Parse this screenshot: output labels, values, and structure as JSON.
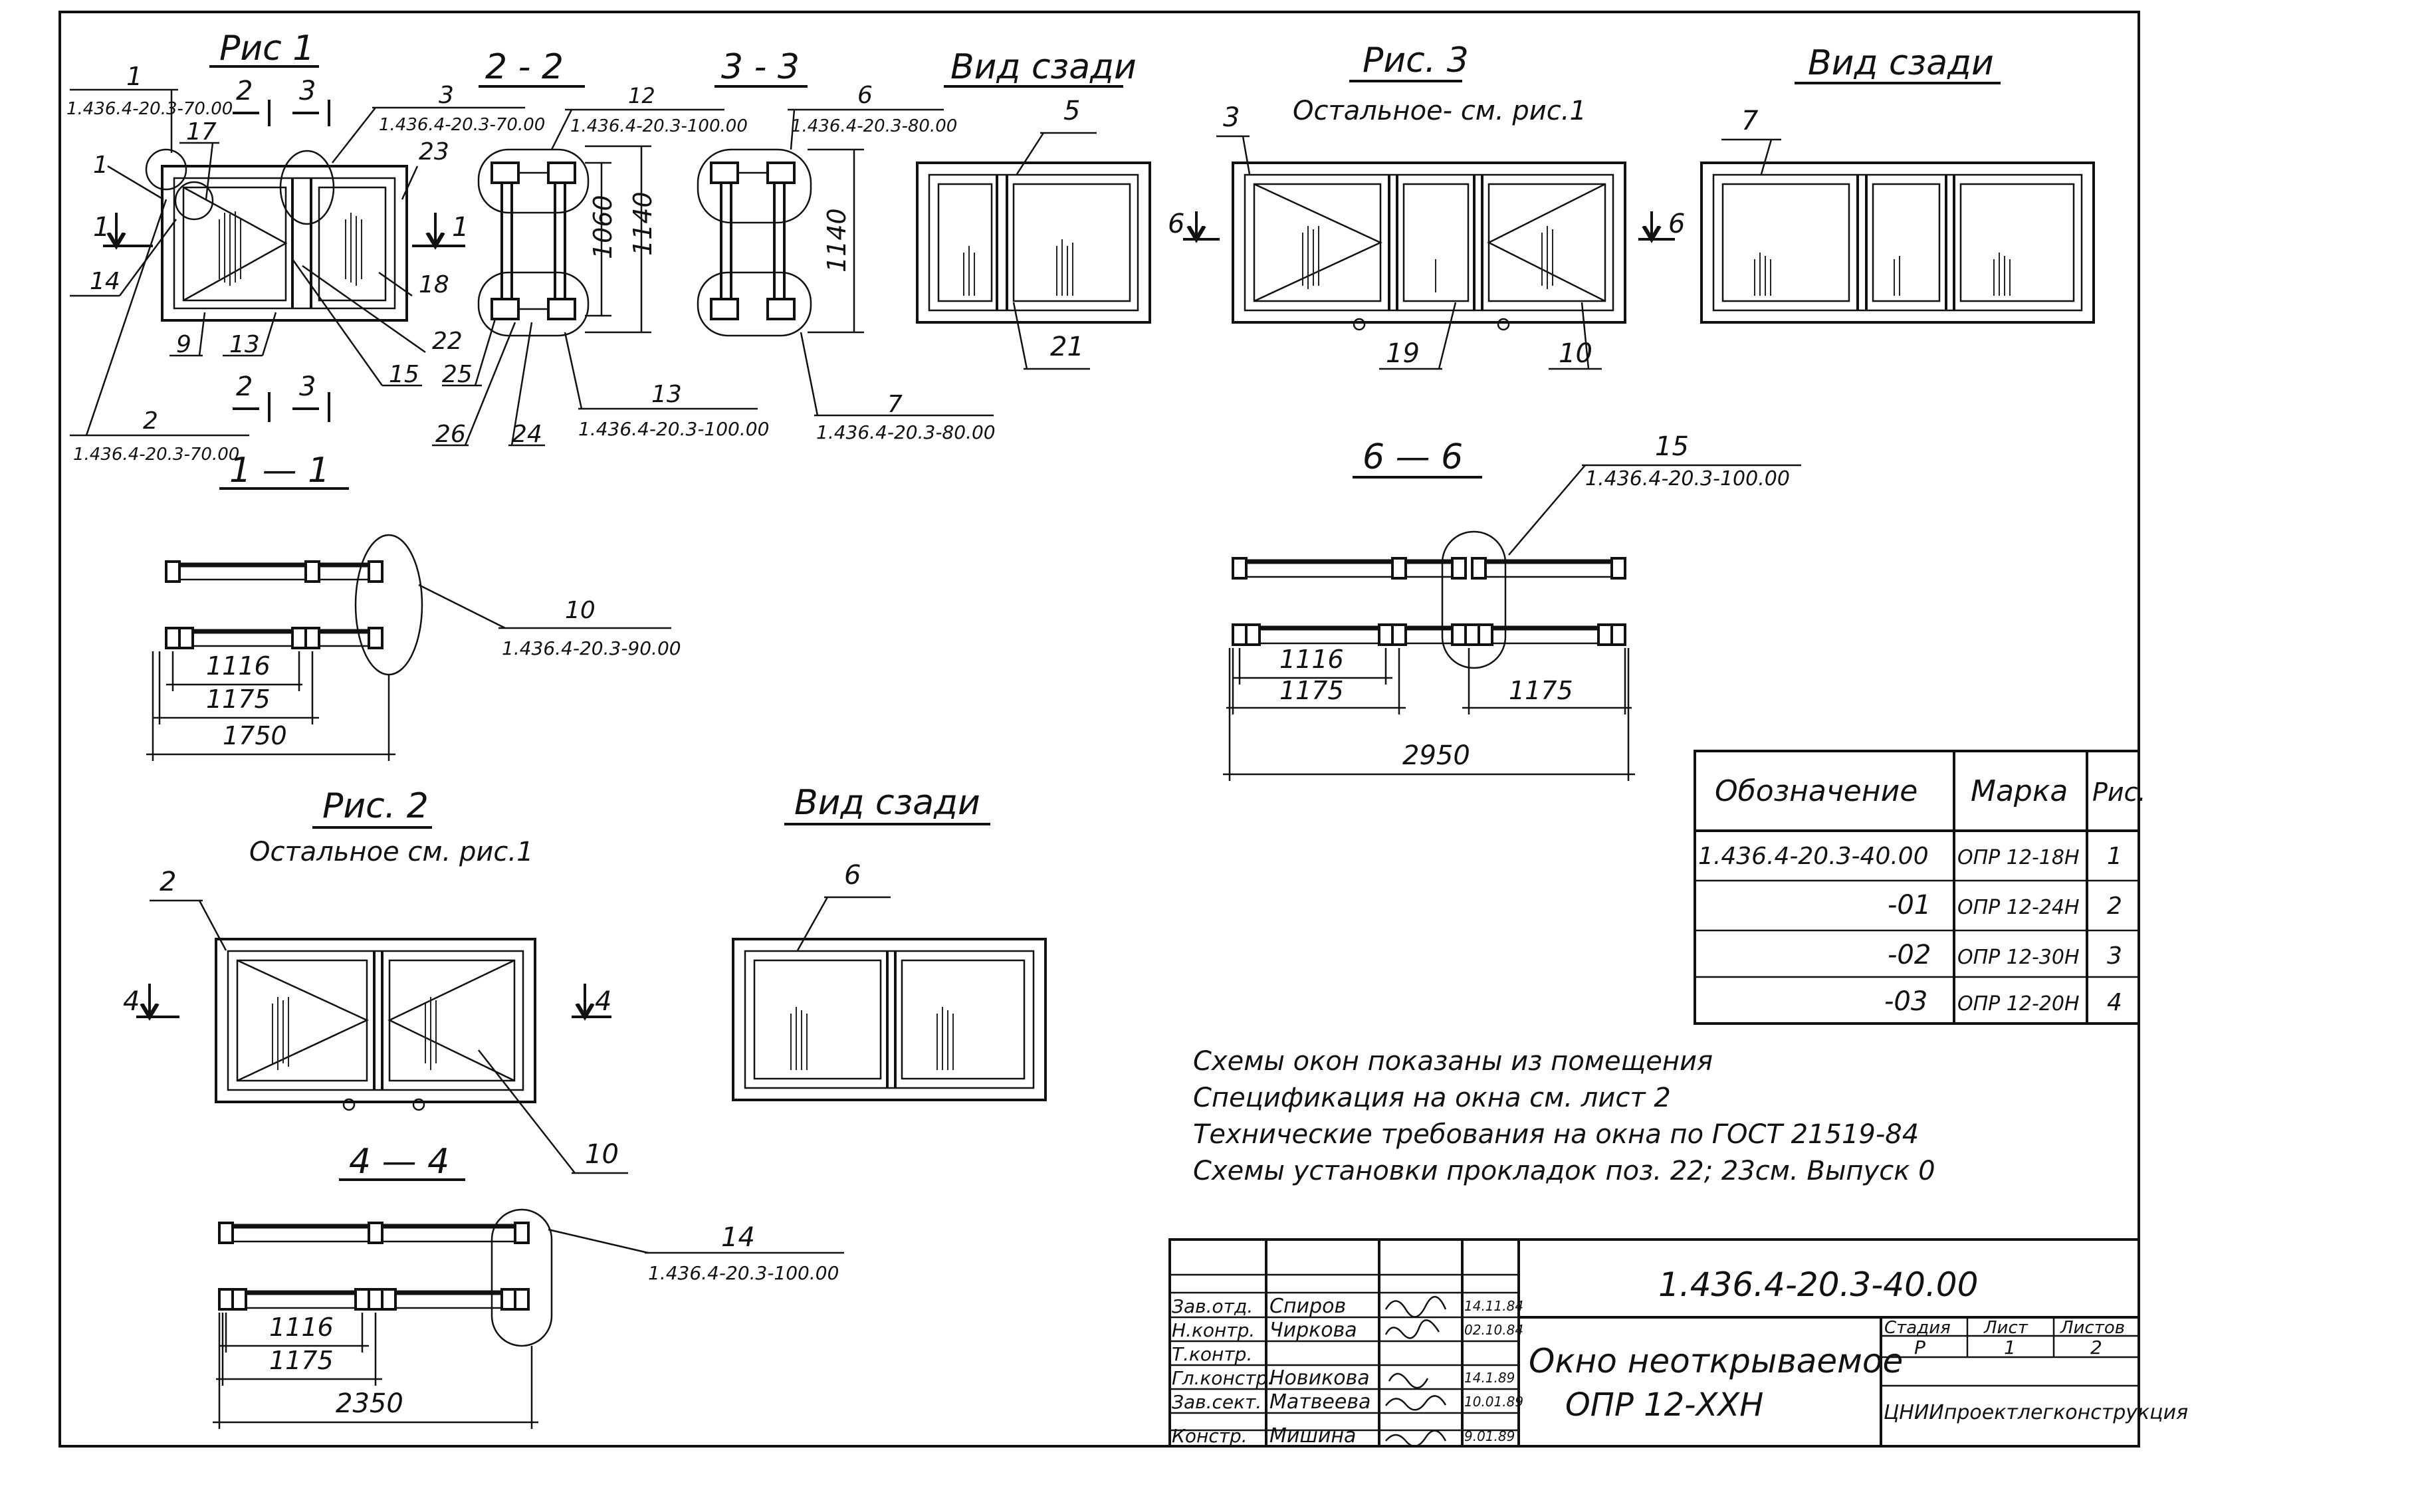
{
  "fig1": {
    "title": "Рис 1",
    "labels": {
      "n1": "1",
      "code1": "1.436.4-20.3-70.00",
      "n1b": "1",
      "n17": "17",
      "n2": "2",
      "n3": "3",
      "code3": "1.436.4-20.3-70.00",
      "n23": "23",
      "n14": "14",
      "n9": "9",
      "n13": "13",
      "n15": "15",
      "n25": "25",
      "n22": "22",
      "n18": "18",
      "n26": "26",
      "n24": "24",
      "n2b": "2",
      "code2": "1.436.4-20.3-70.00"
    },
    "cuts": {
      "c2top": "2",
      "c3top": "3",
      "c1left": "1",
      "c1right": "1",
      "c2bot": "2",
      "c3bot": "3"
    }
  },
  "sec22": {
    "title": "2 - 2",
    "n12": "12",
    "code12": "1.436.4-20.3-100.00",
    "dim1060": "1060",
    "dim1140": "1140",
    "n13": "13",
    "code13": "1.436.4-20.3-100.00"
  },
  "sec33": {
    "title": "3 - 3",
    "n6": "6",
    "code6": "1.436.4-20.3-80.00",
    "dim1140": "1140",
    "n7": "7",
    "code7": "1.436.4-20.3-80.00"
  },
  "rear1": {
    "title": "Вид сзади",
    "n5": "5",
    "n21": "21"
  },
  "fig3": {
    "title": "Рис. 3",
    "subtitle": "Остальное- см. рис.1",
    "n3": "3",
    "c6l": "6",
    "c6r": "6",
    "n19": "19",
    "n10": "10"
  },
  "rear3": {
    "title": "Вид сзади",
    "n7": "7"
  },
  "sec11": {
    "title": "1 — 1",
    "n10": "10",
    "code10": "1.436.4-20.3-90.00",
    "d1116": "1116",
    "d1175": "1175",
    "d1750": "1750"
  },
  "sec66": {
    "title": "6 — 6",
    "n15": "15",
    "code15": "1.436.4-20.3-100.00",
    "d1116": "1116",
    "d1175a": "1175",
    "d1175b": "1175",
    "d2950": "2950"
  },
  "fig2": {
    "title": "Рис. 2",
    "subtitle": "Остальное см. рис.1",
    "n2": "2",
    "c4l": "4",
    "c4r": "4",
    "n10": "10"
  },
  "rear2": {
    "title": "Вид сзади",
    "n6": "6"
  },
  "sec44": {
    "title": "4 — 4",
    "n14": "14",
    "code14": "1.436.4-20.3-100.00",
    "d1116": "1116",
    "d1175": "1175",
    "d2350": "2350"
  },
  "table": {
    "headers": [
      "Обозначение",
      "Марка",
      "Рис."
    ],
    "rows": [
      [
        "1.436.4-20.3-40.00",
        "ОПР 12-18Н",
        "1"
      ],
      [
        "-01",
        "ОПР 12-24Н",
        "2"
      ],
      [
        "-02",
        "ОПР 12-30Н",
        "3"
      ],
      [
        "-03",
        "ОПР 12-20Н",
        "4"
      ]
    ]
  },
  "notes": [
    "Схемы окон показаны из помещения",
    "Спецификация на окна см. лист 2",
    "Технические требования на окна по ГОСТ 21519-84",
    "Схемы установки прокладок поз. 22; 23см. Выпуск 0"
  ],
  "stamp": {
    "code": "1.436.4-20.3-40.00",
    "name1": "Окно неоткрываемое",
    "name2": "ОПР 12-ХХН",
    "roles": [
      "Зав.отд.",
      "Н.контр.",
      "Т.контр.",
      "Гл.констр.",
      "Зав.сект.",
      "Констр."
    ],
    "names": [
      "Спиров",
      "Чиркова",
      "",
      "Новикова",
      "Матвеева",
      "Мишина"
    ],
    "dates": [
      "14.11.84",
      "02.10.84",
      "",
      "14.1.89",
      "10.01.89",
      "9.01.89"
    ],
    "stage_h": "Стадия",
    "sheet_h": "Лист",
    "sheets_h": "Листов",
    "stage": "Р",
    "sheet": "1",
    "sheets": "2",
    "org": "ЦНИИпроектлегконструкция"
  }
}
